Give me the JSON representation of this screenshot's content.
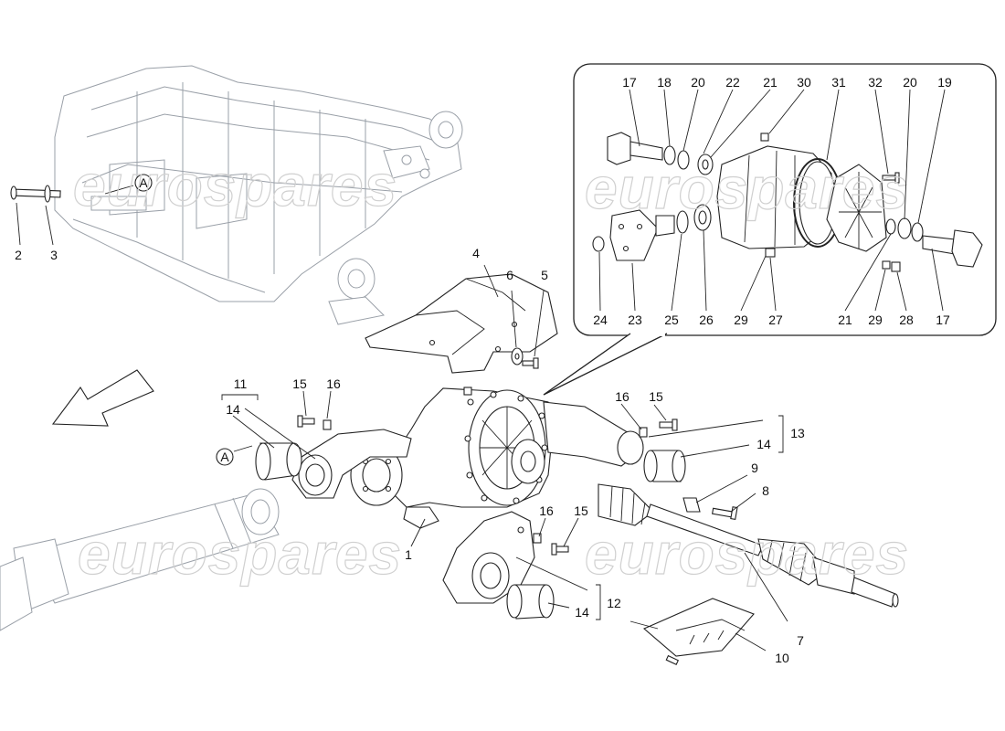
{
  "watermarks": [
    "eurospares",
    "eurospares",
    "eurospares",
    "eurospares"
  ],
  "callouts": {
    "c2": "2",
    "c3": "3",
    "c4": "4",
    "c5": "5",
    "c6": "6",
    "c11": "11",
    "c14a": "14",
    "c15a": "15",
    "c16a": "16",
    "c16b": "16",
    "c15b": "15",
    "c13": "13",
    "c14b": "14",
    "c9": "9",
    "c8": "8",
    "c1": "1",
    "c16c": "16",
    "c15c": "15",
    "c7": "7",
    "c12": "12",
    "c14c": "14",
    "c10": "10",
    "d17a": "17",
    "d18": "18",
    "d20a": "20",
    "d22": "22",
    "d21a": "21",
    "d30": "30",
    "d31": "31",
    "d32": "32",
    "d20b": "20",
    "d19": "19",
    "d24": "24",
    "d23": "23",
    "d25": "25",
    "d26": "26",
    "d29a": "29",
    "d27": "27",
    "d21b": "21",
    "d29b": "29",
    "d28": "28",
    "d17b": "17"
  },
  "markers": {
    "frame_marker": "A",
    "front_marker": "A"
  },
  "icons": {
    "direction": "arrow-left-down-icon"
  }
}
